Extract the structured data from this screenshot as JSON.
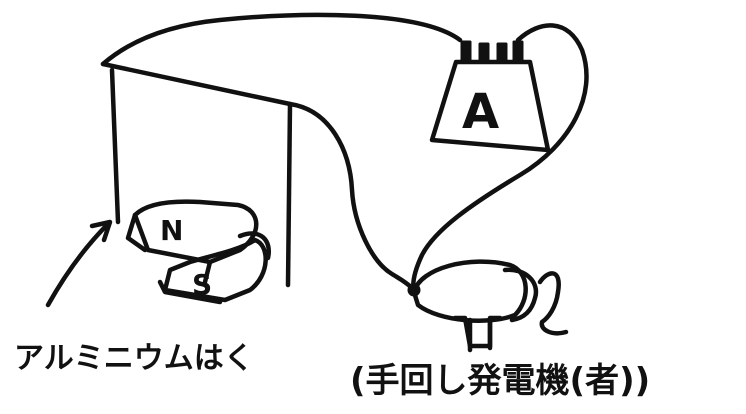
{
  "diagram": {
    "ammeter_symbol": "A",
    "magnet_north": "N",
    "magnet_south": "S",
    "foil_label": "アルミニウムはく",
    "generator_label": "(手回し発電機(者))"
  }
}
